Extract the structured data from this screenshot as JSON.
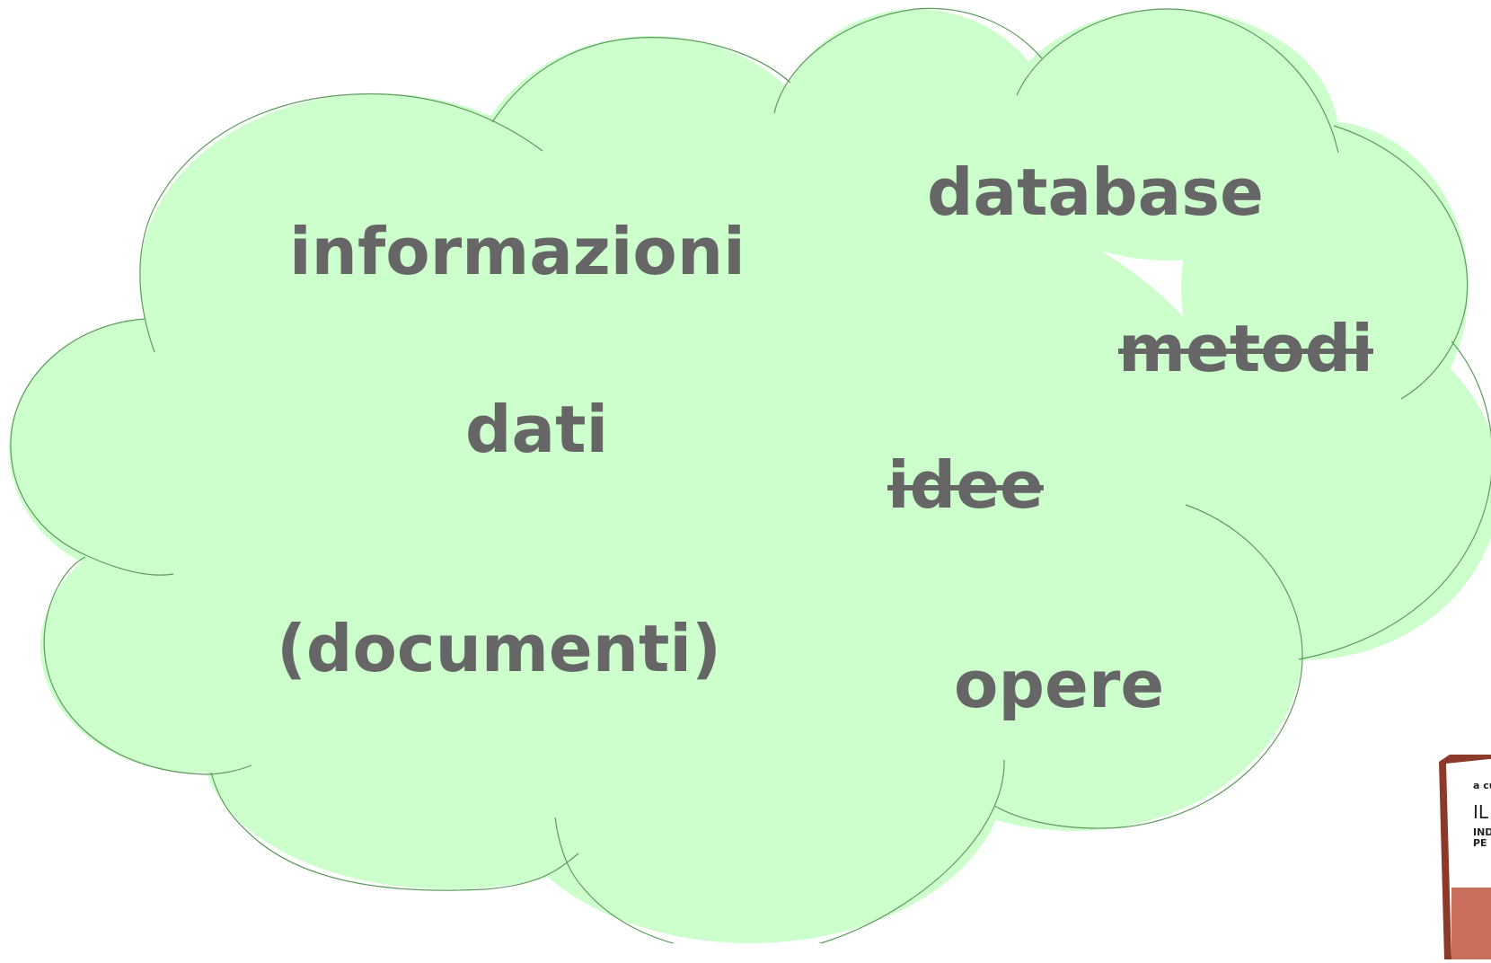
{
  "diagram": {
    "type": "word-cloud-shape",
    "fill_color": "#ccffcc",
    "outline_color": "#5e9a5e",
    "text_color": "#666666",
    "terms": [
      {
        "id": "informazioni",
        "label": "informazioni",
        "struck_through": false
      },
      {
        "id": "dati",
        "label": "dati",
        "struck_through": false
      },
      {
        "id": "documenti",
        "label": "(documenti)",
        "struck_through": false
      },
      {
        "id": "database",
        "label": "database",
        "struck_through": false
      },
      {
        "id": "metodi",
        "label": "metodi",
        "struck_through": true
      },
      {
        "id": "idee",
        "label": "idee",
        "struck_through": true
      },
      {
        "id": "opere",
        "label": "opere",
        "struck_through": false
      }
    ]
  },
  "book_thumbnail": {
    "cover_colors": [
      "#ffffff",
      "#8b3a2a",
      "#c96e5a"
    ],
    "text_top": "a cu",
    "text_mid": "IL",
    "text_lines": [
      "IND",
      "PE"
    ]
  }
}
